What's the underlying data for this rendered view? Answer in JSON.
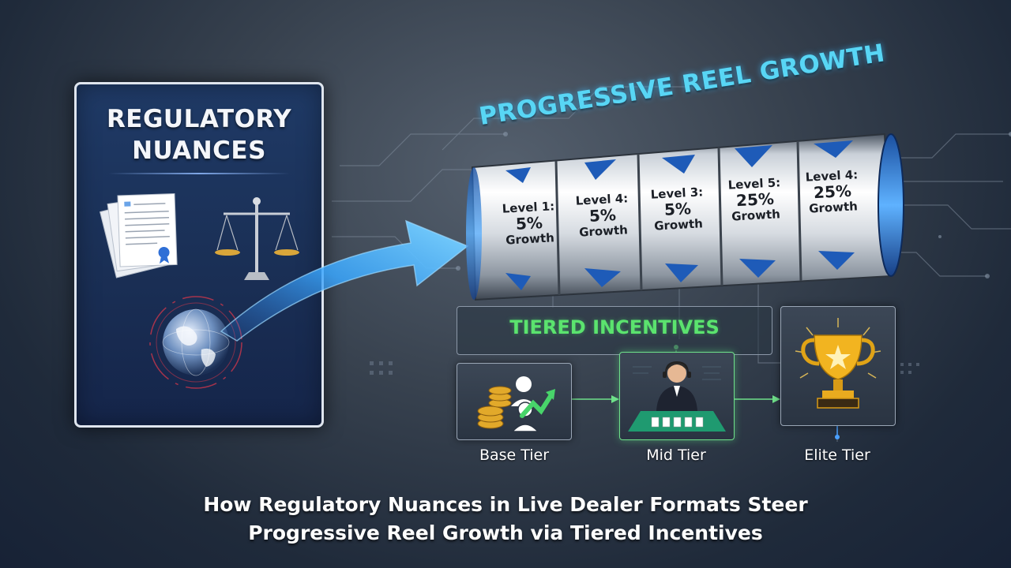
{
  "regulatory_card": {
    "title_line1": "REGULATORY",
    "title_line2": "NUANCES"
  },
  "reel": {
    "title": "PROGRESSIVE REEL GROWTH",
    "segments": [
      {
        "level": "Level 1:",
        "percent": "5%",
        "growth": "Growth"
      },
      {
        "level": "Level 4:",
        "percent": "5%",
        "growth": "Growth"
      },
      {
        "level": "Level 3:",
        "percent": "5%",
        "growth": "Growth"
      },
      {
        "level": "Level 5:",
        "percent": "25%",
        "growth": "Growth"
      },
      {
        "level": "Level 4:",
        "percent": "25%",
        "growth": "Growth"
      }
    ]
  },
  "tiers": {
    "title": "TIERED INCENTIVES",
    "base_label": "Base Tier",
    "mid_label": "Mid Tier",
    "elite_label": "Elite Tier"
  },
  "headline": {
    "line1": "How Regulatory Nuances in Live Dealer Formats Steer",
    "line2": "Progressive Reel Growth via Tiered Incentives"
  },
  "colors": {
    "accent_cyan": "#58d6f5",
    "accent_green": "#5be36e",
    "card_navy": "#1f3a66",
    "arrow_blue": "#3aa7ff"
  },
  "icons": {
    "documents": "documents-icon",
    "scales": "scales-of-justice-icon",
    "globe": "globe-icon",
    "coins_users": "coins-users-icon",
    "dealer": "live-dealer-icon",
    "trophy": "trophy-icon"
  }
}
